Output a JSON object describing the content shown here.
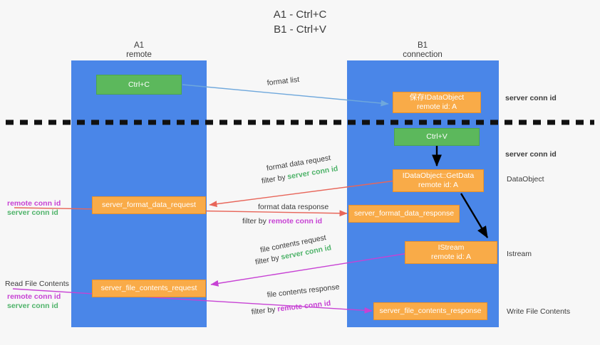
{
  "title": {
    "line1": "A1 - Ctrl+C",
    "line2": "B1 - Ctrl+V"
  },
  "columns": [
    {
      "name": "A1",
      "sub": "remote"
    },
    {
      "name": "B1",
      "sub": "connection"
    }
  ],
  "nodes": {
    "ctrl_c": "Ctrl+C",
    "ctrl_v": "Ctrl+V",
    "idataobject_title": "保存IDataObject",
    "idataobject_sub": "remote id: A",
    "getdata_title": "IDataObject::GetData",
    "getdata_sub": "remote id: A",
    "istream_title": "IStream",
    "istream_sub": "remote id: A",
    "server_format_data_request": "server_format_data_request",
    "server_format_data_response": "server_format_data_response",
    "server_file_contents_request": "server_file_contents_request",
    "server_file_contents_response": "server_file_contents_response"
  },
  "edges": {
    "format_list": "format list",
    "format_data_request": "format data request",
    "format_data_response": "format data response",
    "file_contents_request": "file contents request",
    "file_contents_response": "file contents response",
    "filter_by": "filter by",
    "server_conn_id": "server conn id",
    "remote_conn_id": "remote conn id"
  },
  "right_labels": {
    "server_conn_id_top": "server conn id",
    "server_conn_id_mid": "server conn id",
    "dataobject": "DataObject",
    "istream": "Istream",
    "write_file_contents": "Write File Contents"
  },
  "left_labels": {
    "remote_conn_id_1": "remote conn id",
    "server_conn_id_1": "server conn id",
    "read_file_contents": "Read File Contents",
    "remote_conn_id_2": "remote conn id",
    "server_conn_id_2": "server conn id"
  },
  "colors": {
    "lane": "#4a86e8",
    "orange": "#f9ab48",
    "green_box": "#5cb85c",
    "green_text": "#4fb36a",
    "magenta_text": "#c742d4",
    "blue_arrow": "#6fa8dc",
    "red_arrow": "#e8665a",
    "black_arrow": "#000000",
    "background": "#f7f7f7"
  }
}
